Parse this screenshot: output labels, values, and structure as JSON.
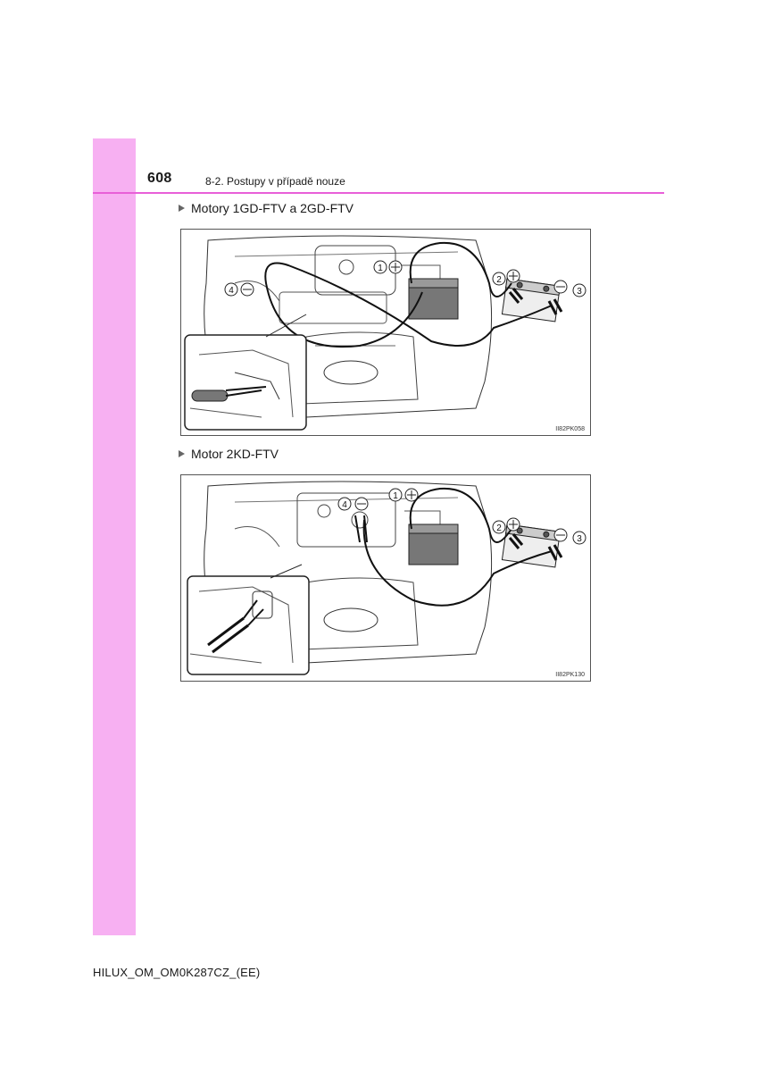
{
  "header": {
    "page_number": "608",
    "section": "8-2. Postupy v případě nouze"
  },
  "figures": [
    {
      "heading": "Motory 1GD-FTV a 2GD-FTV",
      "code": "II82PK058",
      "callouts": [
        "1",
        "2",
        "3",
        "4"
      ]
    },
    {
      "heading": "Motor 2KD-FTV",
      "code": "II82PK130",
      "callouts": [
        "1",
        "2",
        "3",
        "4"
      ]
    }
  ],
  "footer": {
    "doc_id": "HILUX_OM_OM0K287CZ_(EE)"
  },
  "colors": {
    "accent_pink": "#f7b0f2",
    "rule_pink": "#e85fd8"
  }
}
